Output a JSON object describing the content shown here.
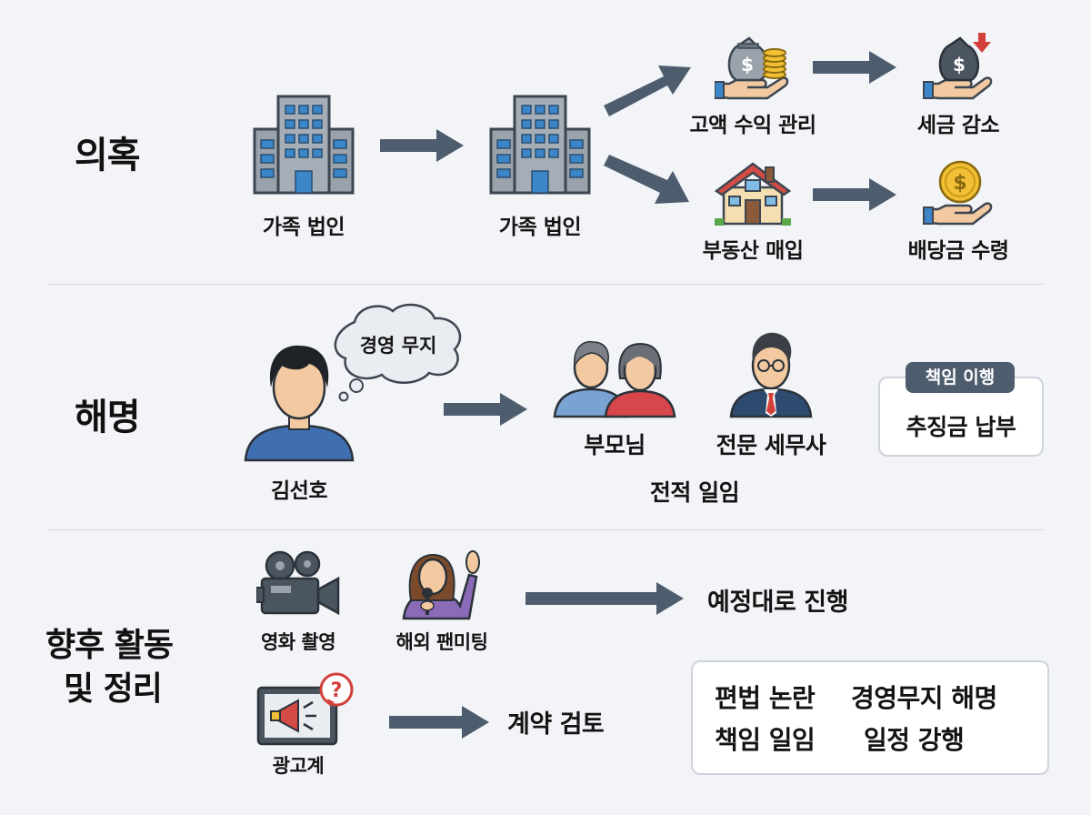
{
  "sections": {
    "allegation": {
      "heading": "의혹",
      "entity_a": "가족 법인",
      "entity_b": "가족 법인",
      "branch_top_1": "고액 수익 관리",
      "branch_top_2": "세금 감소",
      "branch_bottom_1": "부동산 매입",
      "branch_bottom_2": "배당금 수령"
    },
    "explanation": {
      "heading": "해명",
      "person": "김선호",
      "thought": "경영 무지",
      "parents": "부모님",
      "tax_agent": "전문 세무사",
      "delegation": "전적 일임",
      "badge": "책임 이행",
      "box_text": "추징금 납부"
    },
    "future": {
      "heading_line1": "향후 활동",
      "heading_line2": "및 정리",
      "film": "영화 촬영",
      "fanmeeting": "해외 팬미팅",
      "proceed": "예정대로 진행",
      "ads": "광고계",
      "review": "계약 검토",
      "summary_1": "편법 논란",
      "summary_2": "경영무지 해명",
      "summary_3": "책임 일임",
      "summary_4": "일정 강행"
    }
  },
  "icons": {
    "building": "building-icon",
    "money_bag_coins": "money-bag-coins-icon",
    "money_bag_down": "money-bag-down-icon",
    "house": "house-icon",
    "coin_hand": "coin-hand-icon",
    "person": "person-icon",
    "parents": "parents-icon",
    "tax_agent": "tax-agent-icon",
    "camera": "movie-camera-icon",
    "singer": "singer-icon",
    "ad": "megaphone-billboard-icon"
  },
  "colors": {
    "arrow": "#4e5d6e",
    "building": "#8e969f",
    "window": "#3a86c8",
    "background": "#f2f4f8"
  }
}
